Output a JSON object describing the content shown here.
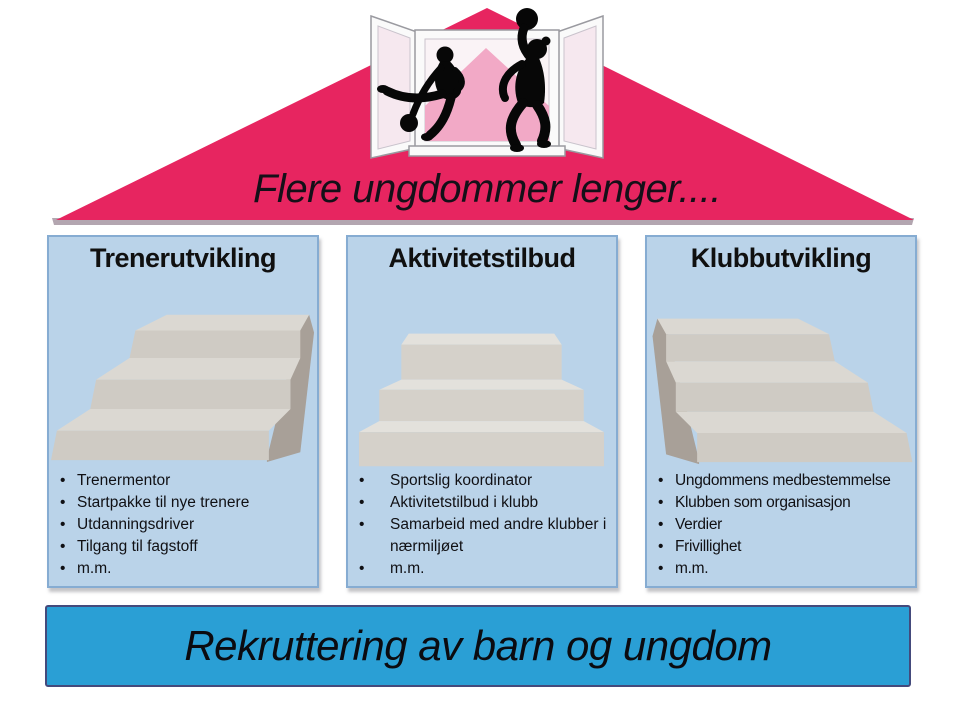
{
  "colors": {
    "roof-pink": "#E72560",
    "roof-shadow": "#B3A6B0",
    "box-fill": "#BAD3E9",
    "box-border": "#86ACD2",
    "footer-fill": "#2A9FD5",
    "footer-border": "#444A7C",
    "silhouette": "#070707",
    "stair-top": "#DBD8D2",
    "stair-front": "#CFCBC4",
    "stair-side": "#A8A098",
    "stair-top2": "#E3E1DC",
    "stair-front2": "#D5D1CA"
  },
  "bullet_char": "•",
  "roof": {
    "title": "Flere ungdommer lenger....",
    "illustration": "two-handball-players-jumping-through-open-window"
  },
  "columns": [
    {
      "title": "Trenerutvikling",
      "bullets": [
        "Trenermentor",
        "Startpakke til nye trenere",
        "Utdanningsdriver",
        "Tilgang til fagstoff",
        "m.m."
      ]
    },
    {
      "title": "Aktivitetstilbud",
      "bullets": [
        "Sportslig koordinator",
        "Aktivitetstilbud i klubb",
        "Samarbeid med andre klubber i nærmiljøet",
        "m.m."
      ]
    },
    {
      "title": "Klubbutvikling",
      "bullets": [
        "Ungdommens medbestemmelse",
        "Klubben som organisasjon",
        "Verdier",
        "Frivillighet",
        "m.m."
      ]
    }
  ],
  "footer": {
    "title": "Rekruttering av barn og ungdom"
  }
}
